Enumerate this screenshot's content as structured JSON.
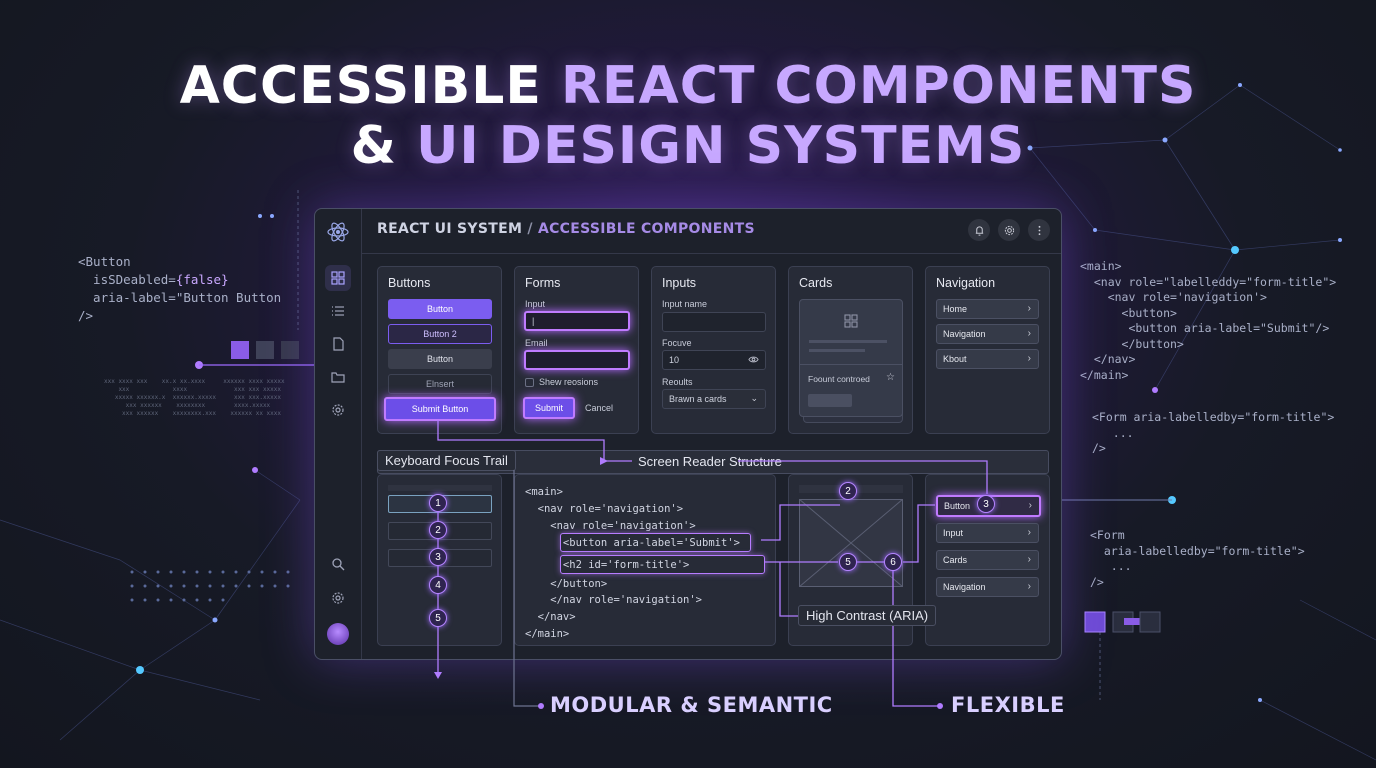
{
  "headline": {
    "line1_white": "ACCESSIBLE ",
    "line1_accent": "REACT COMPONENTS",
    "line2_white": "& ",
    "line2_accent": "UI DESIGN SYSTEMS"
  },
  "left_code": {
    "line1": "<Button",
    "line2a": "  isSDeabled=",
    "line2b": "{false}",
    "line3": "  aria-label=\"Button Button",
    "line4": "/>"
  },
  "right_code_top": {
    "lines": [
      "<main>",
      "  <nav role=\"labelleddy=\"form-title\">",
      "    <nav role='navigation'>",
      "      <button>",
      "       <button aria-label=\"Submit\"/>",
      "      </button>",
      "  </nav>",
      "</main>"
    ]
  },
  "right_code_mid": {
    "lines": [
      "<Form aria-labelledby=\"form-title\">",
      "   ...",
      "/>"
    ]
  },
  "right_code_bottom": {
    "lines": [
      "<Form",
      "  aria-labelledby=\"form-title\">",
      "   ...",
      "/>"
    ]
  },
  "window": {
    "title_main": "REACT UI SYSTEM",
    "title_sep": " / ",
    "title_accent": "ACCESSIBLE COMPONENTS"
  },
  "buttons_panel": {
    "title": "Buttons",
    "b1": "Button",
    "b2": "Button 2",
    "b3": "Button",
    "b4": "Elnsert",
    "submit": "Submit Button"
  },
  "forms_panel": {
    "title": "Forms",
    "input_label": "Input",
    "input_value": "|",
    "email_label": "Email",
    "checkbox_label": "Shew reosions",
    "submit": "Submit",
    "cancel": "Cancel"
  },
  "inputs_panel": {
    "title": "Inputs",
    "input_name_label": "Input name",
    "focus_label": "Focuve",
    "focus_value": "10",
    "results_label": "Reoults",
    "select_value": "Brawn a cards"
  },
  "cards_panel": {
    "title": "Cards",
    "card_text": "Foount controed"
  },
  "navigation_panel": {
    "title": "Navigation",
    "items": [
      "Home",
      "Navigation",
      "Kbout"
    ]
  },
  "focus_trail": {
    "title": "Keyboard Focus Trail",
    "badges": [
      "1",
      "2",
      "3",
      "4",
      "5"
    ]
  },
  "screen_reader": {
    "title": "Screen Reader Structure",
    "lines": [
      "<main>",
      "  <nav role='navigation'>",
      "    <nav role='navigation'>",
      "      <button aria-label='Submit'>",
      "      <h2 id='form-title'>",
      "    </button>",
      "    </nav role='navigation'>",
      "  </nav>",
      "</main>"
    ],
    "badge2": "2",
    "badge5": "5",
    "badge6": "6"
  },
  "lower_nav": {
    "items": [
      "Button",
      "Input",
      "Cards",
      "Navigation"
    ],
    "badge3": "3"
  },
  "high_contrast": "High Contrast (ARIA)",
  "bottom_labels": {
    "left": "MODULAR & SEMANTIC",
    "right": "FLEXIBLE"
  },
  "colors": {
    "accent": "#c7a8ff",
    "primary_button": "#7b5df0",
    "focus_glow": "#c07bff"
  },
  "icons": [
    "react-logo-icon",
    "grid-icon",
    "list-icon",
    "document-icon",
    "folder-icon",
    "settings-icon",
    "search-icon",
    "bell-icon",
    "gear-icon",
    "more-icon"
  ]
}
